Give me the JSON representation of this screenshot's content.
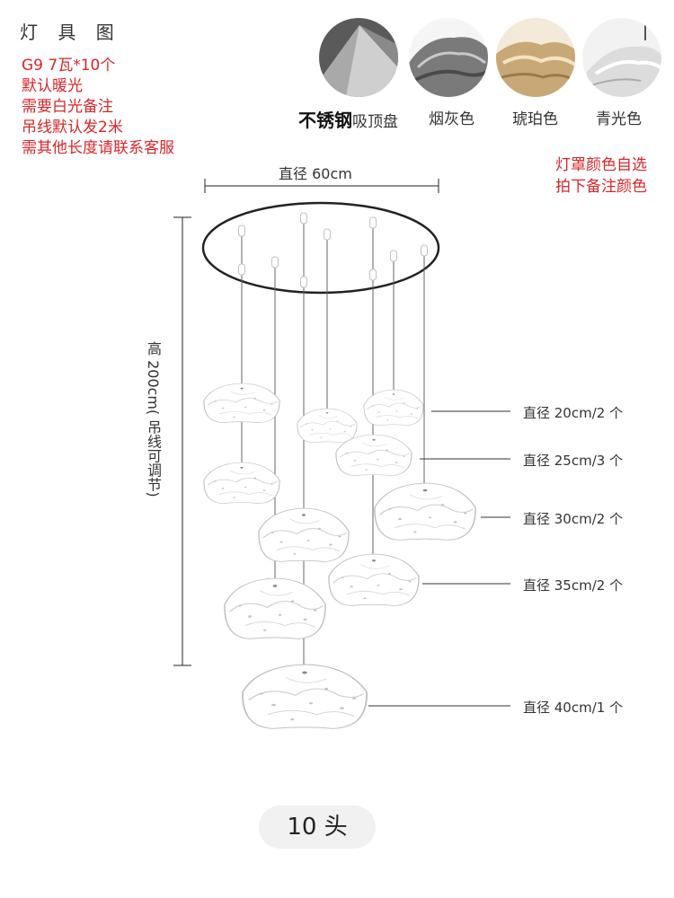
{
  "title": "灯 具 图",
  "notes": [
    "G9 7瓦*10个",
    "默认暖光",
    "需要白光备注",
    "吊线默认发2米",
    "需其他长度请联系客服"
  ],
  "swatches": [
    {
      "label_strong": "不锈钢",
      "label": "吸顶盘",
      "color": "#b8b8b8"
    },
    {
      "label": "烟灰色",
      "color": "#7d7d7d"
    },
    {
      "label": "琥珀色",
      "color": "#c9a877"
    },
    {
      "label": "青光色",
      "color": "#e6e6e6"
    }
  ],
  "shade_note": [
    "灯罩颜色自选",
    "拍下备注颜色"
  ],
  "diameter_top": "直径 60cm",
  "height": "高 200cm( 吊线可调节)",
  "sizes": [
    "直径 20cm/2 个",
    "直径 25cm/3 个",
    "直径 30cm/2 个",
    "直径 35cm/2 个",
    "直径 40cm/1 个"
  ],
  "heads": "10 头"
}
